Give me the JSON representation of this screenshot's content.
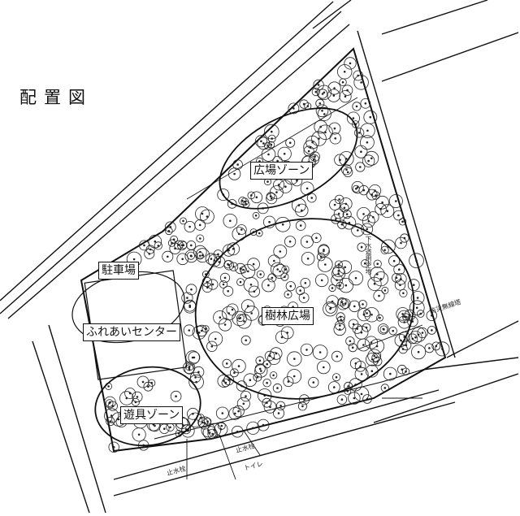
{
  "title": "配置図",
  "zones": {
    "hiroba_zone": "広場ゾーン",
    "jurin_hiroba": "樹林広場",
    "parking": "駐車場",
    "fureai_center": "ふれあいセンター",
    "yugu_zone": "遊具ゾーン"
  },
  "annotations": {
    "bosai": "防災無線塔",
    "toilet": "トイレ",
    "shisui_1": "止水栓",
    "shisui_2": "止水栓",
    "gesui": "下水道用空地"
  }
}
